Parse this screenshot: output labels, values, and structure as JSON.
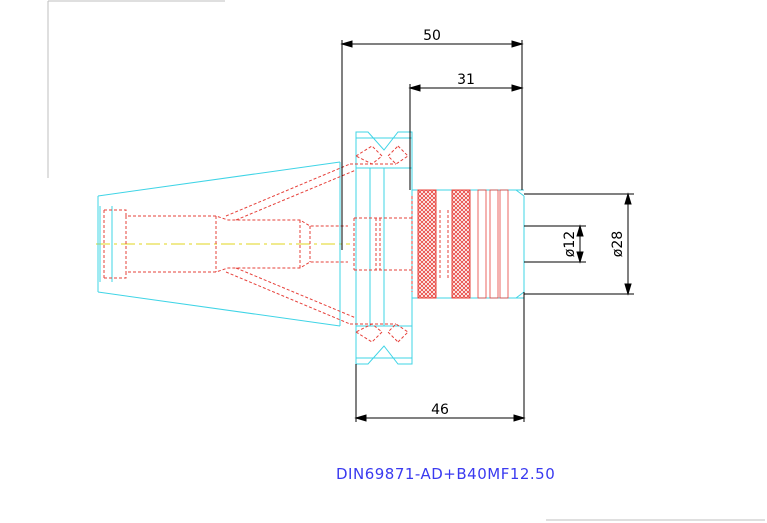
{
  "dimensions": {
    "overall_length": "50",
    "nut_length": "31",
    "shank_length": "46",
    "inner_diameter": "ø12",
    "outer_diameter": "ø28"
  },
  "caption": "DIN69871-AD+B40MF12.50",
  "colors": {
    "outline": "#3fd4e6",
    "hidden": "#e6403a",
    "centerline": "#e0d61e",
    "dimension": "#000000",
    "caption": "#3a3af0",
    "hatch": "#e6403a"
  }
}
